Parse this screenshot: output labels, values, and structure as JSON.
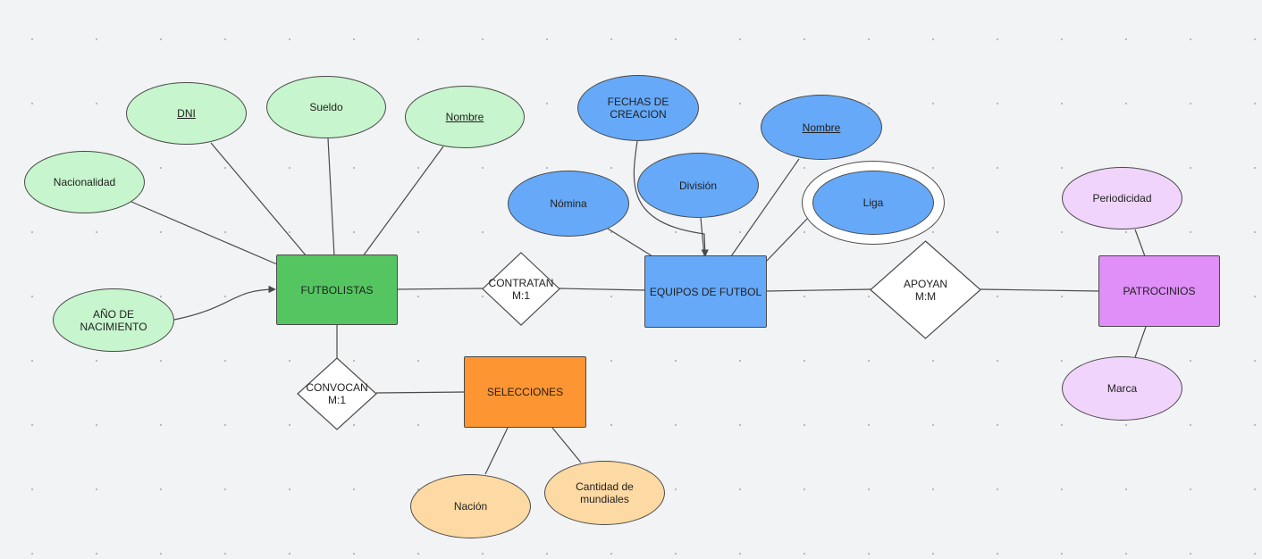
{
  "entities": {
    "futbolistas": "FUTBOLISTAS",
    "equipos": "EQUIPOS DE FUTBOL",
    "selecciones": "SELECCIONES",
    "patrocinios": "PATROCINIOS"
  },
  "relationships": {
    "contratan": "CONTRATAN\nM:1",
    "convocan": "CONVOCAN\nM:1",
    "apoyan": "APOYAN\nM:M"
  },
  "attributes": {
    "futbolistas": {
      "dni": "DNI",
      "sueldo": "Sueldo",
      "nombre": "Nombre",
      "nacionalidad": "Nacionalidad",
      "ano_nacimiento": "AÑO DE\nNACIMIENTO"
    },
    "equipos": {
      "fechas_creacion": "FECHAS DE\nCREACION",
      "nombre": "Nombre",
      "division": "División",
      "nomina": "Nómina",
      "liga": "Liga"
    },
    "selecciones": {
      "nacion": "Nación",
      "cantidad_mundiales": "Cantidad de\nmundiales"
    },
    "patrocinios": {
      "periodicidad": "Periodicidad",
      "marca": "Marca"
    }
  },
  "colors": {
    "player_entity": "#55c562",
    "player_attr": "#c7f5cd",
    "team_entity": "#66a9f8",
    "team_attr": "#66a9f8",
    "selection_entity": "#fc9532",
    "selection_attr": "#fdd9a3",
    "sponsor_entity": "#df8ff7",
    "sponsor_attr": "#f0d4fb"
  }
}
